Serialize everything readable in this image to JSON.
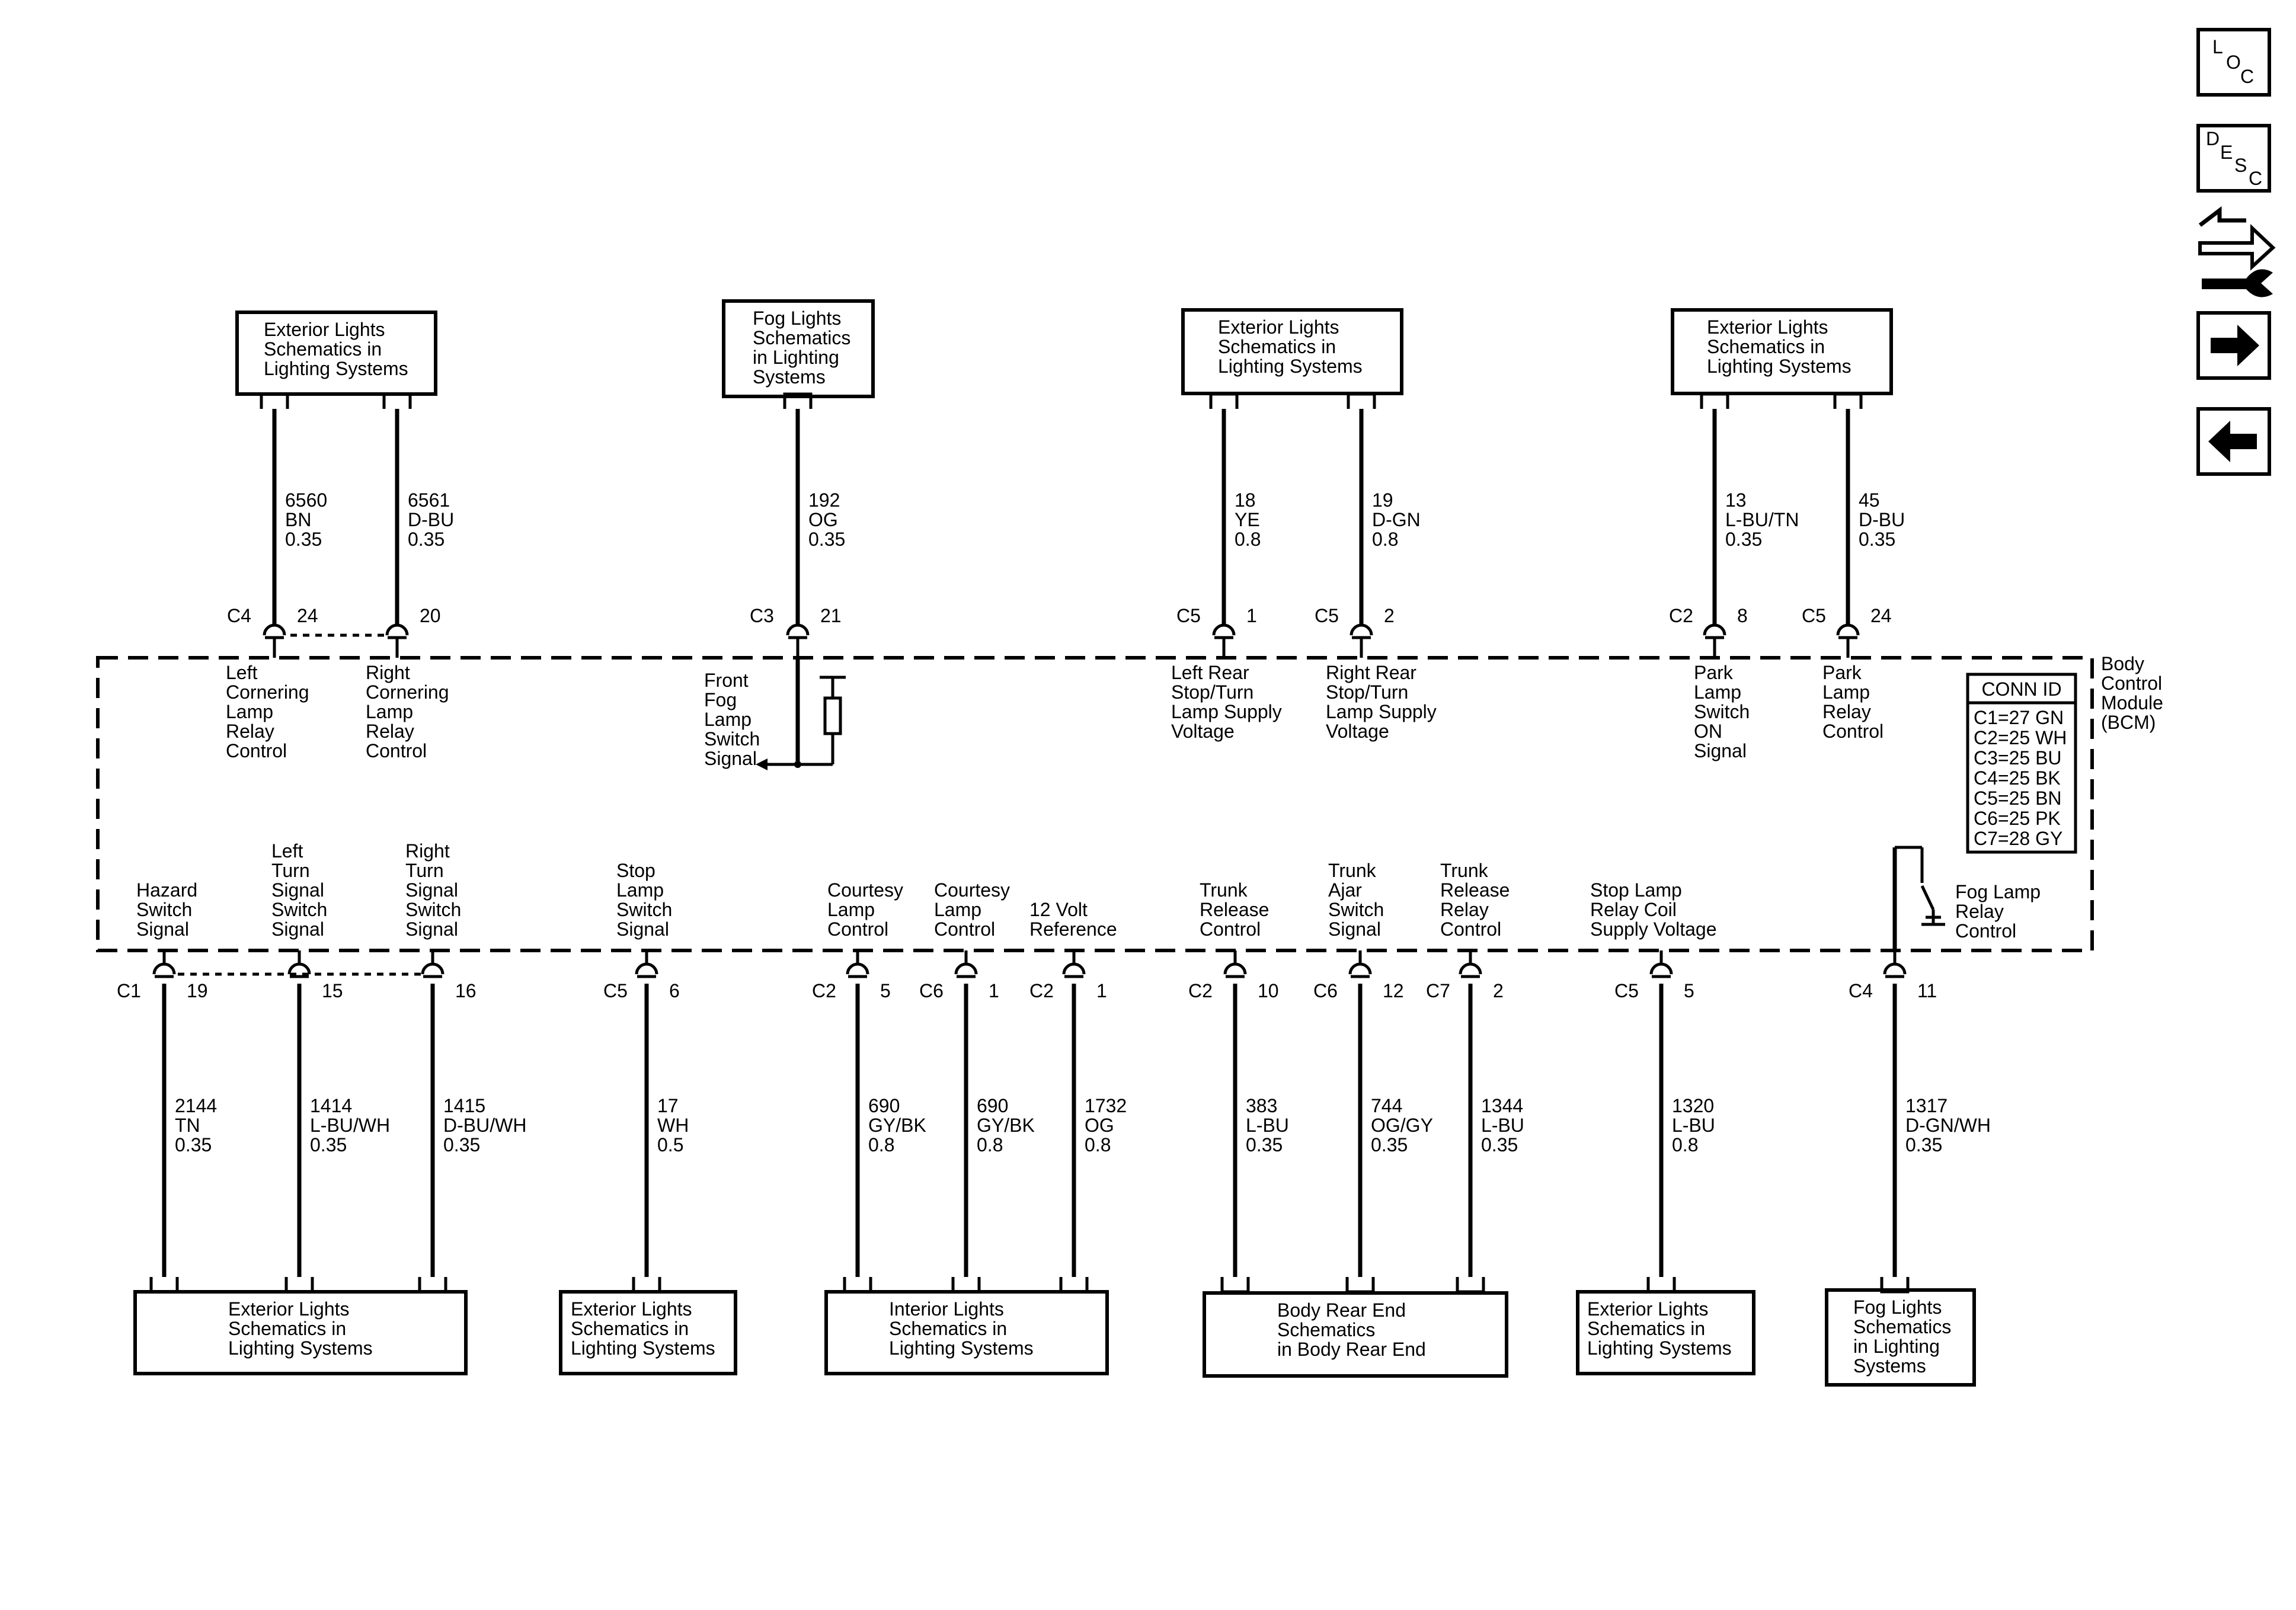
{
  "module": {
    "name_lines": [
      "Body",
      "Control",
      "Module",
      "(BCM)"
    ]
  },
  "conn_table": {
    "header": "CONN ID",
    "rows": [
      "C1=27 GN",
      "C2=25 WH",
      "C3=25 BU",
      "C4=25 BK",
      "C5=25 BN",
      "C6=25 PK",
      "C7=28 GY"
    ]
  },
  "nav": {
    "loc": [
      "L",
      "O",
      "C"
    ],
    "desc": [
      "D",
      "E",
      "S",
      "C"
    ],
    "icons": [
      "loc-icon",
      "desc-icon",
      "wrench-arrows-icon",
      "arrow-right-icon",
      "arrow-left-icon"
    ]
  },
  "top_boxes": [
    {
      "lines": [
        "Exterior Lights",
        "Schematics in",
        "Lighting Systems"
      ]
    },
    {
      "lines": [
        "Fog Lights",
        "Schematics",
        "in Lighting",
        "Systems"
      ]
    },
    {
      "lines": [
        "Exterior Lights",
        "Schematics in",
        "Lighting Systems"
      ]
    },
    {
      "lines": [
        "Exterior Lights",
        "Schematics in",
        "Lighting Systems"
      ]
    }
  ],
  "bottom_boxes": [
    {
      "lines": [
        "Exterior Lights",
        "Schematics in",
        "Lighting Systems"
      ]
    },
    {
      "lines": [
        "Exterior Lights",
        "Schematics in",
        "Lighting Systems"
      ]
    },
    {
      "lines": [
        "Interior Lights",
        "Schematics in",
        "Lighting Systems"
      ]
    },
    {
      "lines": [
        "Body Rear End",
        "Schematics",
        "in Body Rear End"
      ]
    },
    {
      "lines": [
        "Exterior Lights",
        "Schematics in",
        "Lighting Systems"
      ]
    },
    {
      "lines": [
        "Fog Lights",
        "Schematics",
        "in Lighting",
        "Systems"
      ]
    }
  ],
  "top_pins": [
    {
      "connector": "C4",
      "pin": "24",
      "circuit": "6560",
      "color": "BN",
      "gauge": "0.35",
      "label": [
        "Left",
        "Cornering",
        "Lamp",
        "Relay",
        "Control"
      ]
    },
    {
      "connector": "",
      "pin": "20",
      "circuit": "6561",
      "color": "D-BU",
      "gauge": "0.35",
      "label": [
        "Right",
        "Cornering",
        "Lamp",
        "Relay",
        "Control"
      ]
    },
    {
      "connector": "C3",
      "pin": "21",
      "circuit": "192",
      "color": "OG",
      "gauge": "0.35",
      "label": [
        "Front",
        "Fog",
        "Lamp",
        "Switch",
        "Signal"
      ]
    },
    {
      "connector": "C5",
      "pin": "1",
      "circuit": "18",
      "color": "YE",
      "gauge": "0.8",
      "label": [
        "Left Rear",
        "Stop/Turn",
        "Lamp Supply",
        "Voltage"
      ]
    },
    {
      "connector": "C5",
      "pin": "2",
      "circuit": "19",
      "color": "D-GN",
      "gauge": "0.8",
      "label": [
        "Right Rear",
        "Stop/Turn",
        "Lamp Supply",
        "Voltage"
      ]
    },
    {
      "connector": "C2",
      "pin": "8",
      "circuit": "13",
      "color": "L-BU/TN",
      "gauge": "0.35",
      "label": [
        "Park",
        "Lamp",
        "Switch",
        "ON",
        "Signal"
      ]
    },
    {
      "connector": "C5",
      "pin": "24",
      "circuit": "45",
      "color": "D-BU",
      "gauge": "0.35",
      "label": [
        "Park",
        "Lamp",
        "Relay",
        "Control"
      ]
    }
  ],
  "bottom_pins": [
    {
      "connector": "C1",
      "pin": "19",
      "circuit": "2144",
      "color": "TN",
      "gauge": "0.35",
      "label": [
        "Hazard",
        "Switch",
        "Signal"
      ]
    },
    {
      "connector": "",
      "pin": "15",
      "circuit": "1414",
      "color": "L-BU/WH",
      "gauge": "0.35",
      "label": [
        "Left",
        "Turn",
        "Signal",
        "Switch",
        "Signal"
      ]
    },
    {
      "connector": "",
      "pin": "16",
      "circuit": "1415",
      "color": "D-BU/WH",
      "gauge": "0.35",
      "label": [
        "Right",
        "Turn",
        "Signal",
        "Switch",
        "Signal"
      ]
    },
    {
      "connector": "C5",
      "pin": "6",
      "circuit": "17",
      "color": "WH",
      "gauge": "0.5",
      "label": [
        "Stop",
        "Lamp",
        "Switch",
        "Signal"
      ]
    },
    {
      "connector": "C2",
      "pin": "5",
      "circuit": "690",
      "color": "GY/BK",
      "gauge": "0.8",
      "label": [
        "Courtesy",
        "Lamp",
        "Control"
      ]
    },
    {
      "connector": "C6",
      "pin": "1",
      "circuit": "690",
      "color": "GY/BK",
      "gauge": "0.8",
      "label": [
        "Courtesy",
        "Lamp",
        "Control"
      ]
    },
    {
      "connector": "C2",
      "pin": "1",
      "circuit": "1732",
      "color": "OG",
      "gauge": "0.8",
      "label": [
        "12 Volt",
        "Reference"
      ]
    },
    {
      "connector": "C2",
      "pin": "10",
      "circuit": "383",
      "color": "L-BU",
      "gauge": "0.35",
      "label": [
        "Trunk",
        "Release",
        "Control"
      ]
    },
    {
      "connector": "C6",
      "pin": "12",
      "circuit": "744",
      "color": "OG/GY",
      "gauge": "0.35",
      "label": [
        "Trunk",
        "Ajar",
        "Switch",
        "Signal"
      ]
    },
    {
      "connector": "C7",
      "pin": "2",
      "circuit": "1344",
      "color": "L-BU",
      "gauge": "0.35",
      "label": [
        "Trunk",
        "Release",
        "Relay",
        "Control"
      ]
    },
    {
      "connector": "C5",
      "pin": "5",
      "circuit": "1320",
      "color": "L-BU",
      "gauge": "0.8",
      "label": [
        "Stop Lamp",
        "Relay Coil",
        "Supply Voltage"
      ]
    },
    {
      "connector": "C4",
      "pin": "11",
      "circuit": "1317",
      "color": "D-GN/WH",
      "gauge": "0.35",
      "label": [
        "Fog Lamp",
        "Relay",
        "Control"
      ]
    }
  ]
}
